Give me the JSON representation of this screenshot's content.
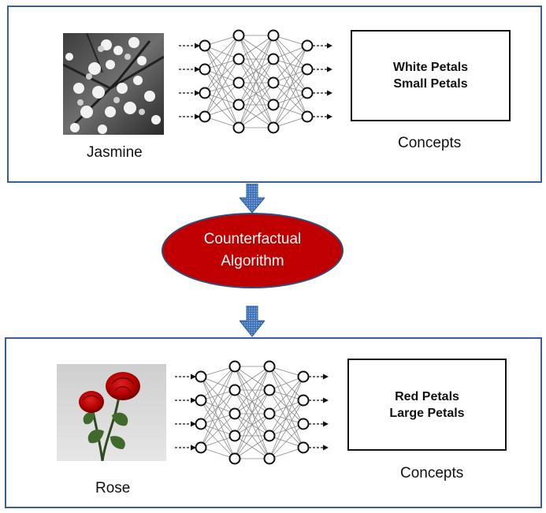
{
  "top_example": {
    "flower_label": "Jasmine",
    "concepts": [
      "White Petals",
      "Small Petals"
    ],
    "concepts_caption": "Concepts"
  },
  "algorithm": {
    "line1": "Counterfactual",
    "line2": "Algorithm",
    "fill_color": "#c00000",
    "border_color": "#2e4e7e"
  },
  "bottom_example": {
    "flower_label": "Rose",
    "concepts": [
      "Red Petals",
      "Large Petals"
    ],
    "concepts_caption": "Concepts"
  },
  "colors": {
    "panel_border": "#3a5f96",
    "arrow_fill": "#3d6fb5"
  }
}
